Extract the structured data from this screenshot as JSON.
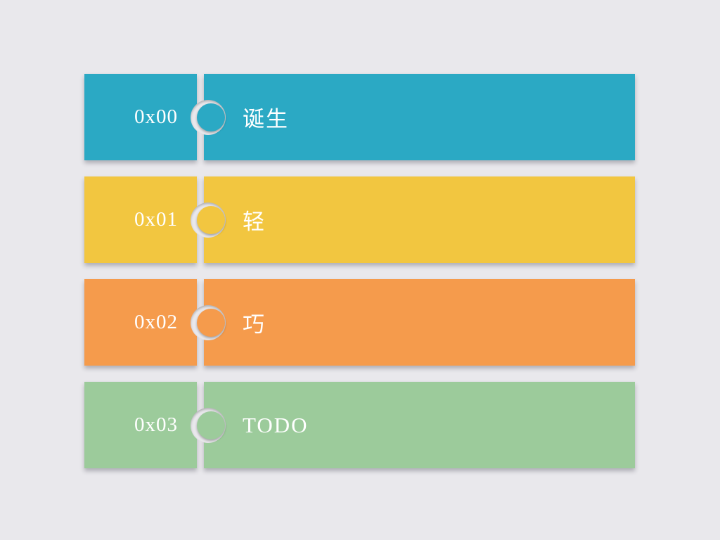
{
  "slide": {
    "background_color": "#e9e8ec",
    "text_color": "#ffffff",
    "rows": [
      {
        "index": "0x00",
        "label": "诞生",
        "color": "#2BA9C4"
      },
      {
        "index": "0x01",
        "label": "轻",
        "color": "#F2C640"
      },
      {
        "index": "0x02",
        "label": "巧",
        "color": "#F59B4C"
      },
      {
        "index": "0x03",
        "label": "TODO",
        "color": "#9CCB9B"
      }
    ]
  }
}
